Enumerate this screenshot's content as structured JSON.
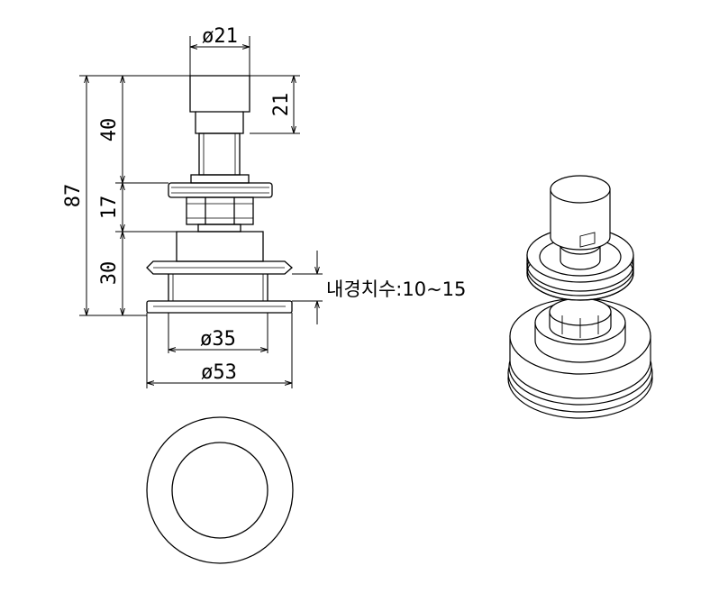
{
  "drawing": {
    "dims": {
      "top_dia": "ø21",
      "top_height": "21",
      "upper": "40",
      "total": "87",
      "middle": "17",
      "lower": "30",
      "inner_dia": "ø35",
      "outer_dia": "ø53"
    },
    "note": "내경치수:10~15"
  }
}
